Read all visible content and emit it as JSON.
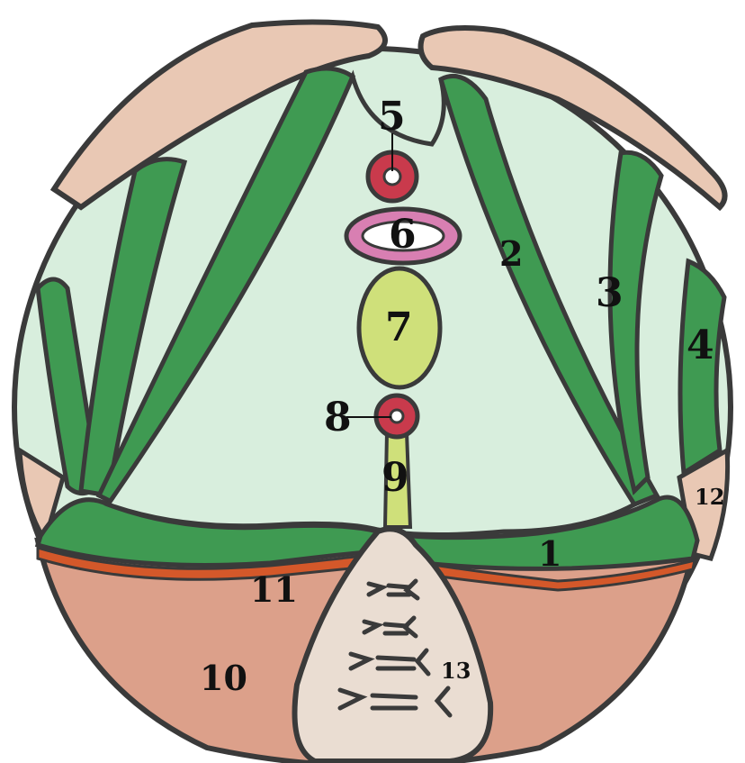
{
  "labels": {
    "n1": "1",
    "n2": "2",
    "n3": "3",
    "n4": "4",
    "n5": "5",
    "n6": "6",
    "n7": "7",
    "n8": "8",
    "n9": "9",
    "n10": "10",
    "n11": "11",
    "n12": "12",
    "n13": "13"
  },
  "colors": {
    "outline": "#3a3a3a",
    "background_fill": "#d8eedd",
    "muscle_green": "#3f9a52",
    "skin_tan": "#e9c8b4",
    "skin_orange": "#dca08a",
    "band_orange": "#d4582a",
    "urethra_red": "#c93a4c",
    "vagina_pink": "#d87fb2",
    "rectum_yellow": "#cfe07a",
    "coccyx_beige": "#eaddd2"
  }
}
